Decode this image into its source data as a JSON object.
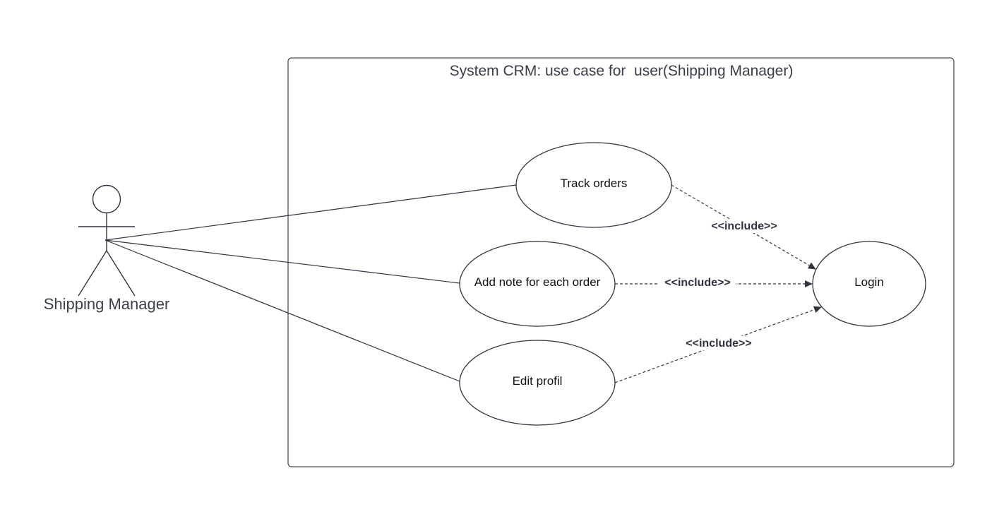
{
  "system": {
    "title": "System CRM: use case for  user(Shipping Manager)"
  },
  "actor": {
    "name": "Shipping Manager"
  },
  "use_cases": {
    "track_orders": "Track orders",
    "add_note": "Add note for each order",
    "edit_profil": "Edit profil",
    "login": "Login"
  },
  "relations": {
    "include_track": "<<include>>",
    "include_note": "<<include>>",
    "include_edit": "<<include>>"
  },
  "colors": {
    "line": "#2f3440",
    "text": "#3a3f4b",
    "frame": "#3a3f4b"
  }
}
